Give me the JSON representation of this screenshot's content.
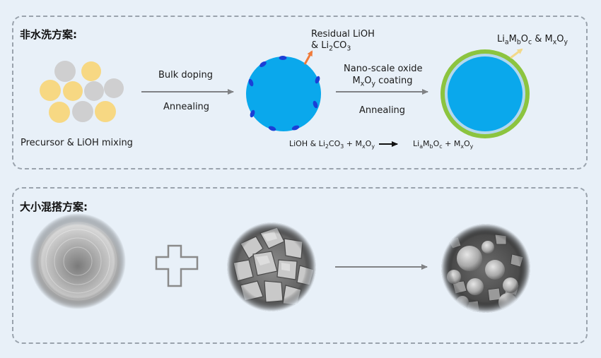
{
  "panel1": {
    "heading": "非水洗方案:",
    "step1": {
      "top": "Bulk doping",
      "bottom": "Annealing"
    },
    "precursor_label": "Precursor & LiOH mixing",
    "residual": {
      "line1": "Residual LiOH",
      "line2_prefix": "& Li",
      "line2_sub1": "2",
      "line2_mid": "CO",
      "line2_sub2": "3"
    },
    "step2": {
      "line1": "Nano-scale oxide",
      "line2_m": "M",
      "line2_x": "x",
      "line2_o": "O",
      "line2_y": "y",
      "line2_rest": " coating",
      "bottom": "Annealing"
    },
    "product": {
      "li": "Li",
      "a": "a",
      "m": "M",
      "b": "b",
      "o": "O",
      "c": "c",
      "amp": " & ",
      "m2": "M",
      "x": "x",
      "o2": "O",
      "y": "y"
    },
    "reaction": {
      "lhs_a": "LiOH & Li",
      "lhs_sub1": "2",
      "lhs_b": "CO",
      "lhs_sub2": "3",
      "lhs_c": " + M",
      "lhs_x": "x",
      "lhs_d": "O",
      "lhs_y": "y",
      "rhs_a": "Li",
      "rhs_sa": "a",
      "rhs_b": "M",
      "rhs_sb": "b",
      "rhs_c": "O",
      "rhs_sc": "c",
      "rhs_d": " + M",
      "rhs_sx": "x",
      "rhs_e": "O",
      "rhs_sy": "y"
    },
    "colors": {
      "yellow_particle": "#f7d883",
      "gray_particle": "#cfcfd0",
      "particle_blue": "#0aa8ec",
      "dot_blue": "#1b3fd6",
      "coating_green": "#8cc43f",
      "residual_arrow": "#f07b3a",
      "product_arrow": "#f3d98a",
      "process_arrow": "#808285"
    }
  },
  "panel2": {
    "heading": "大小混搭方案:",
    "images": [
      {
        "name": "large-particle-sem",
        "desc": ""
      },
      {
        "name": "small-particle-sem",
        "desc": ""
      },
      {
        "name": "mixed-particle-sem",
        "desc": ""
      }
    ]
  }
}
